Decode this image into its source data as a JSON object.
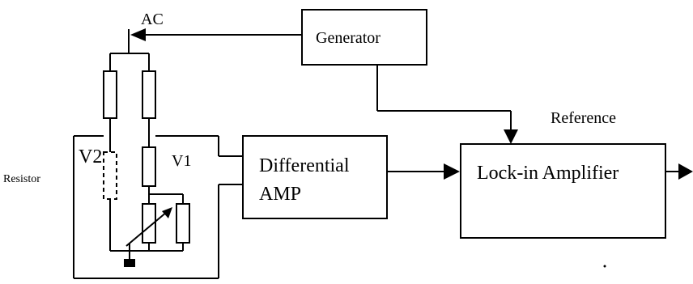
{
  "diagram": {
    "labels": {
      "ac": "AC",
      "generator": "Generator",
      "reference": "Reference",
      "v2": "V2",
      "v1": "V1",
      "resistor": "Resistor",
      "differential_line1": "Differential",
      "differential_line2": "AMP",
      "lockin": "Lock-in  Amplifier"
    },
    "colors": {
      "line": "#000000",
      "background": "#ffffff"
    }
  }
}
